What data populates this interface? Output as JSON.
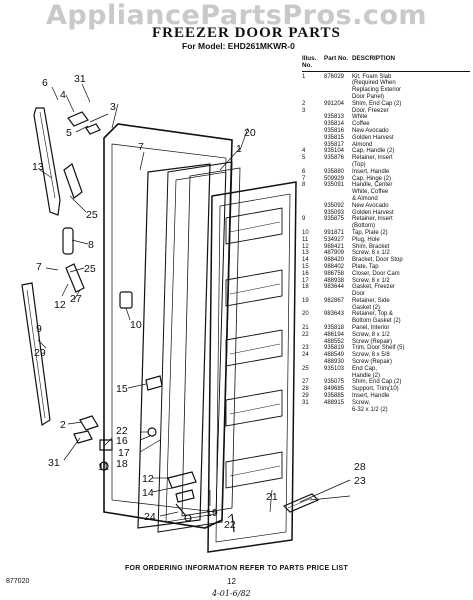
{
  "watermark": "AppliancePartsPros.com",
  "title": "FREEZER DOOR PARTS",
  "model_line": "For Model: EHD261MKWR-0",
  "table": {
    "headers": {
      "illus": "Illus. No.",
      "part": "Part No.",
      "desc": "DESCRIPTION"
    },
    "rows": [
      [
        "1",
        "876029",
        "Kit, Foam Slab"
      ],
      [
        "",
        "",
        "(Required When"
      ],
      [
        "",
        "",
        "Replacing Exterior"
      ],
      [
        "",
        "",
        "Door Panel)"
      ],
      [
        "2",
        "991204",
        "Shim, End Cap (2)"
      ],
      [
        "3",
        "",
        "Door, Freezer"
      ],
      [
        "",
        "935813",
        "White"
      ],
      [
        "",
        "935814",
        "Coffee"
      ],
      [
        "",
        "935816",
        "New Avocado"
      ],
      [
        "",
        "935815",
        "Golden Harvest"
      ],
      [
        "",
        "935817",
        "Almond"
      ],
      [
        "4",
        "935104",
        "Cap, Handle (2)"
      ],
      [
        "5",
        "935876",
        "Retainer, Insert"
      ],
      [
        "",
        "",
        "(Top)"
      ],
      [
        "6",
        "935880",
        "Insert, Handle"
      ],
      [
        "7",
        "509929",
        "Cap, Hinge (2)"
      ],
      [
        "8",
        "935091",
        "Handle, Center"
      ],
      [
        "",
        "",
        "White, Coffee"
      ],
      [
        "",
        "",
        "& Almond"
      ],
      [
        "",
        "935092",
        "New Avocado"
      ],
      [
        "",
        "935093",
        "Golden Harvest"
      ],
      [
        "9",
        "935875",
        "Retainer, Insert"
      ],
      [
        "",
        "",
        "(Bottom)"
      ],
      [
        "10",
        "991871",
        "Tap, Plate (2)"
      ],
      [
        "11",
        "534927",
        "Plug, Hole"
      ],
      [
        "12",
        "988421",
        "Shim, Bracket"
      ],
      [
        "13",
        "487909",
        "Screw, 8 x 1/2"
      ],
      [
        "14",
        "988420",
        "Bracket, Door Stop"
      ],
      [
        "15",
        "988402",
        "Plate, Tap"
      ],
      [
        "16",
        "986758",
        "Closer, Door Cam"
      ],
      [
        "17",
        "488938",
        "Screw, 8 x 1/2"
      ],
      [
        "18",
        "983644",
        "Gasket, Freezer"
      ],
      [
        "",
        "",
        "Door"
      ],
      [
        "19",
        "982867",
        "Retainer, Side"
      ],
      [
        "",
        "",
        "Gasket (2)"
      ],
      [
        "20",
        "983643",
        "Retainer, Top &"
      ],
      [
        "",
        "",
        "Bottom Gasket (2)"
      ],
      [
        "21",
        "935818",
        "Panel, Interior"
      ],
      [
        "22",
        "486194",
        "Screw, 8 x 1/2"
      ],
      [
        "",
        "488552",
        "Screw (Repair)"
      ],
      [
        "23",
        "935819",
        "Trim, Door Shelf (5)"
      ],
      [
        "24",
        "488549",
        "Screw, 8 x 5/8"
      ],
      [
        "",
        "488930",
        "Screw (Repair)"
      ],
      [
        "25",
        "935103",
        "End Cap,"
      ],
      [
        "",
        "",
        "Handle (2)"
      ],
      [
        "27",
        "935075",
        "Shim, End Cap (2)"
      ],
      [
        "28",
        "849685",
        "Support, Trim(10)"
      ],
      [
        "29",
        "935885",
        "Insert, Handle"
      ],
      [
        "31",
        "488915",
        "Screw,"
      ],
      [
        "",
        "",
        "6-32 x 1/2 (2)"
      ]
    ]
  },
  "callouts": [
    "6",
    "31",
    "4",
    "5",
    "13",
    "25",
    "8",
    "25",
    "27",
    "12",
    "7",
    "9",
    "29",
    "2",
    "31",
    "3",
    "7",
    "1",
    "20",
    "10",
    "11",
    "15",
    "22",
    "16",
    "17",
    "18",
    "12",
    "14",
    "24",
    "19",
    "22",
    "21",
    "28",
    "23"
  ],
  "footer": "FOR ORDERING INFORMATION REFER TO PARTS PRICE LIST",
  "doc_number": "877020",
  "page_number": "12",
  "hand_note": "4-01-6/82"
}
